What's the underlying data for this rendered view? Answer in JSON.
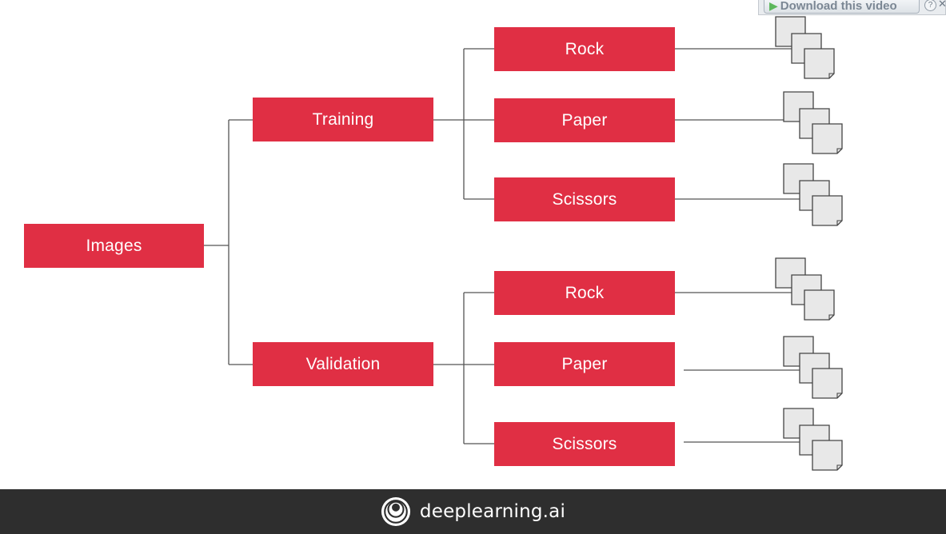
{
  "colors": {
    "box_fill": "#e02f44",
    "box_text": "#ffffff",
    "connector": "#555555",
    "file_fill": "#e8e8e8",
    "file_stroke": "#444444",
    "footer_bg": "#2e2e2e"
  },
  "overlay": {
    "download_label": "Download this video",
    "play_icon": "play-icon",
    "help_icon": "help-icon",
    "close_icon": "close-icon"
  },
  "diagram": {
    "root": {
      "label": "Images"
    },
    "training": {
      "label": "Training",
      "children": [
        {
          "label": "Rock"
        },
        {
          "label": "Paper"
        },
        {
          "label": "Scissors"
        }
      ]
    },
    "validation": {
      "label": "Validation",
      "children": [
        {
          "label": "Rock"
        },
        {
          "label": "Paper"
        },
        {
          "label": "Scissors"
        }
      ]
    },
    "file_icon": "document-stack-icon"
  },
  "footer": {
    "logo_icon": "deeplearning-logo-icon",
    "brand": "deeplearning.ai"
  }
}
